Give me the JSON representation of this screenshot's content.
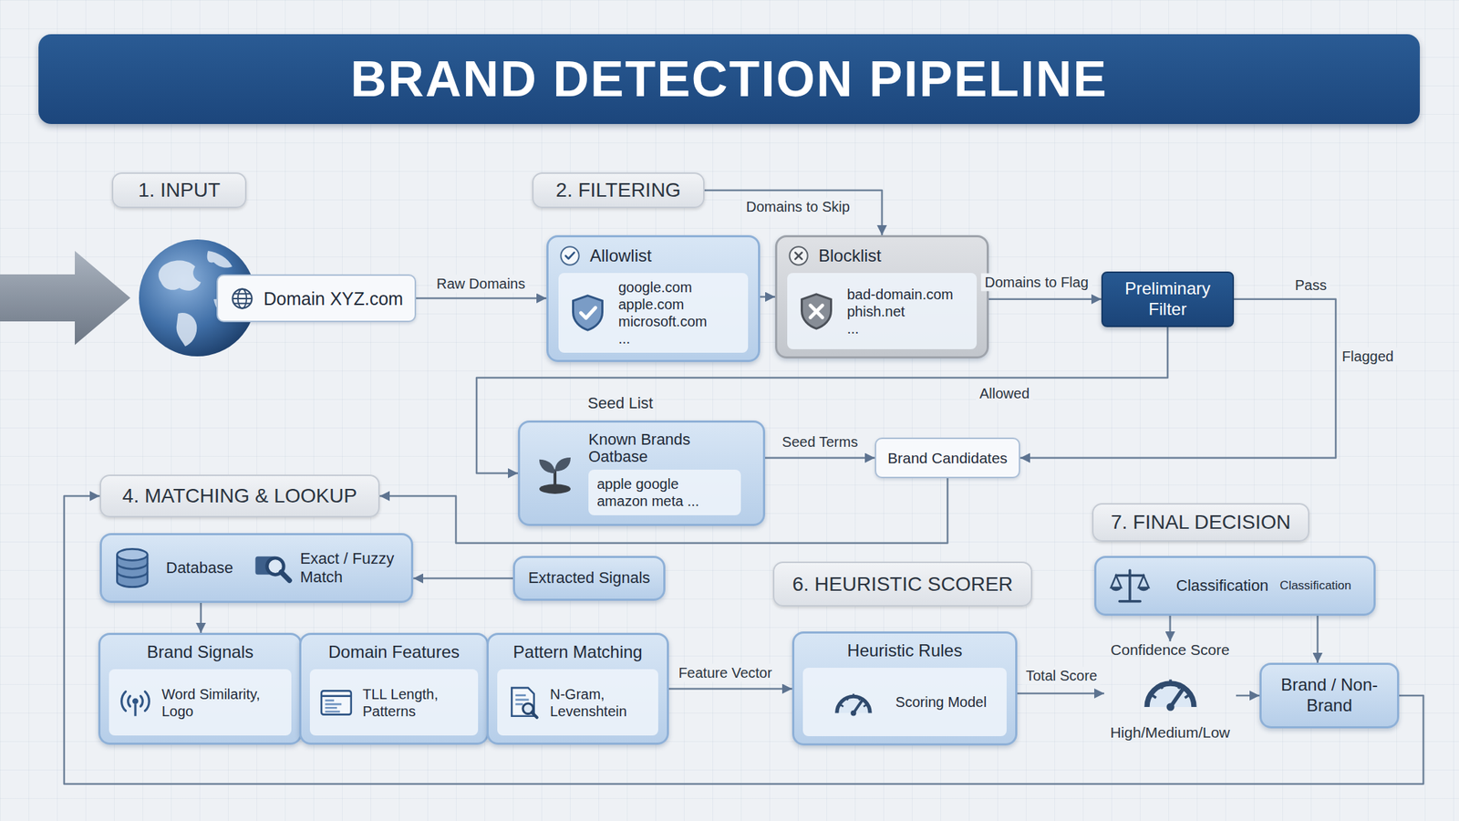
{
  "diagram": {
    "title": "BRAND DETECTION PIPELINE",
    "nodes": [
      {
        "text": [
          "1. INPUT"
        ]
      },
      {
        "text": [
          "Domain XYZ.com"
        ]
      },
      {
        "text": [
          "2. FILTERING"
        ]
      },
      {
        "text": [
          "Allowlist",
          "google.com apple.com microsoft.com ..."
        ]
      },
      {
        "text": [
          "Blocklist",
          "bad-domain.com phish.net ..."
        ]
      },
      {
        "text": [
          "Preliminary Filter"
        ]
      },
      {
        "text": [
          "Seed List",
          "Known Brands Oatbase",
          "apple google amazon meta ..."
        ]
      },
      {
        "text": [
          "Brand Candidates"
        ]
      },
      {
        "text": [
          "4. MATCHING & LOOKUP"
        ]
      },
      {
        "text": [
          "Database",
          "Exact / Fuzzy Match"
        ]
      },
      {
        "text": [
          "Extracted Signals"
        ]
      },
      {
        "text": [
          "Brand Signals",
          "Word Similarity, Logo"
        ]
      },
      {
        "text": [
          "Domain Features",
          "TLL Length, Patterns"
        ]
      },
      {
        "text": [
          "Pattern Matching",
          "N-Gram, Levenshtein"
        ]
      },
      {
        "text": [
          "6. HEURISTIC SCORER"
        ]
      },
      {
        "text": [
          "Heuristic Rules",
          "Scoring Model"
        ]
      },
      {
        "text": [
          "7. FINAL DECISION"
        ]
      },
      {
        "text": [
          "Classification",
          "Classification"
        ]
      },
      {
        "text": [
          "Confidence Score",
          "High/Medium/Low"
        ]
      },
      {
        "text": [
          "Brand / Non-Brand"
        ]
      }
    ],
    "edges": [
      {
        "from": 1,
        "to": 3,
        "label": "Raw Domains",
        "arrow": "to"
      },
      {
        "from": 2,
        "to": 4,
        "label": "Domains to Skip",
        "arrow": "to"
      },
      {
        "from": 3,
        "to": 4,
        "arrow": "to"
      },
      {
        "from": 4,
        "to": 5,
        "label": "Domains to Flag",
        "arrow": "to"
      },
      {
        "from": 5,
        "to": 7,
        "label": "Flagged",
        "arrow": "to"
      },
      {
        "from": 5,
        "to": 6,
        "label": "Allowed",
        "arrow": "to"
      },
      {
        "from": 6,
        "to": 7,
        "label": "Seed Terms",
        "arrow": "to"
      },
      {
        "from": 7,
        "to": 8,
        "arrow": "to"
      },
      {
        "from": 19,
        "to": 8,
        "arrow": "to"
      },
      {
        "from": 10,
        "to": 9,
        "arrow": "to"
      },
      {
        "from": 9,
        "to": 11,
        "arrow": "to"
      },
      {
        "from": 13,
        "to": 15,
        "label": "Feature Vector",
        "arrow": "to"
      },
      {
        "from": 15,
        "to": 18,
        "label": "Total Score",
        "arrow": "to"
      },
      {
        "from": 18,
        "to": 19,
        "arrow": "to"
      },
      {
        "from": 17,
        "to": 18,
        "arrow": "to"
      },
      {
        "from": 17,
        "to": 19,
        "arrow": "to"
      }
    ],
    "labels": [
      "Pass"
    ]
  }
}
